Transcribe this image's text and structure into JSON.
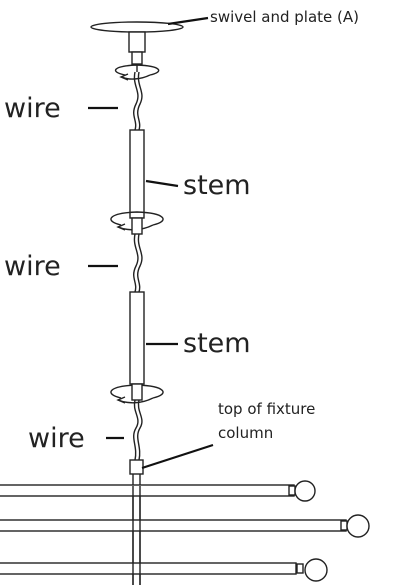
{
  "labels": {
    "swivel_plate": "swivel and plate (A)",
    "wire_1": "wire",
    "stem_1": "stem",
    "wire_2": "wire",
    "stem_2": "stem",
    "wire_3": "wire",
    "fixture_top_line1": "top of fixture",
    "fixture_top_line2": "column"
  },
  "colors": {
    "line": "#222222",
    "background": "#ffffff"
  }
}
